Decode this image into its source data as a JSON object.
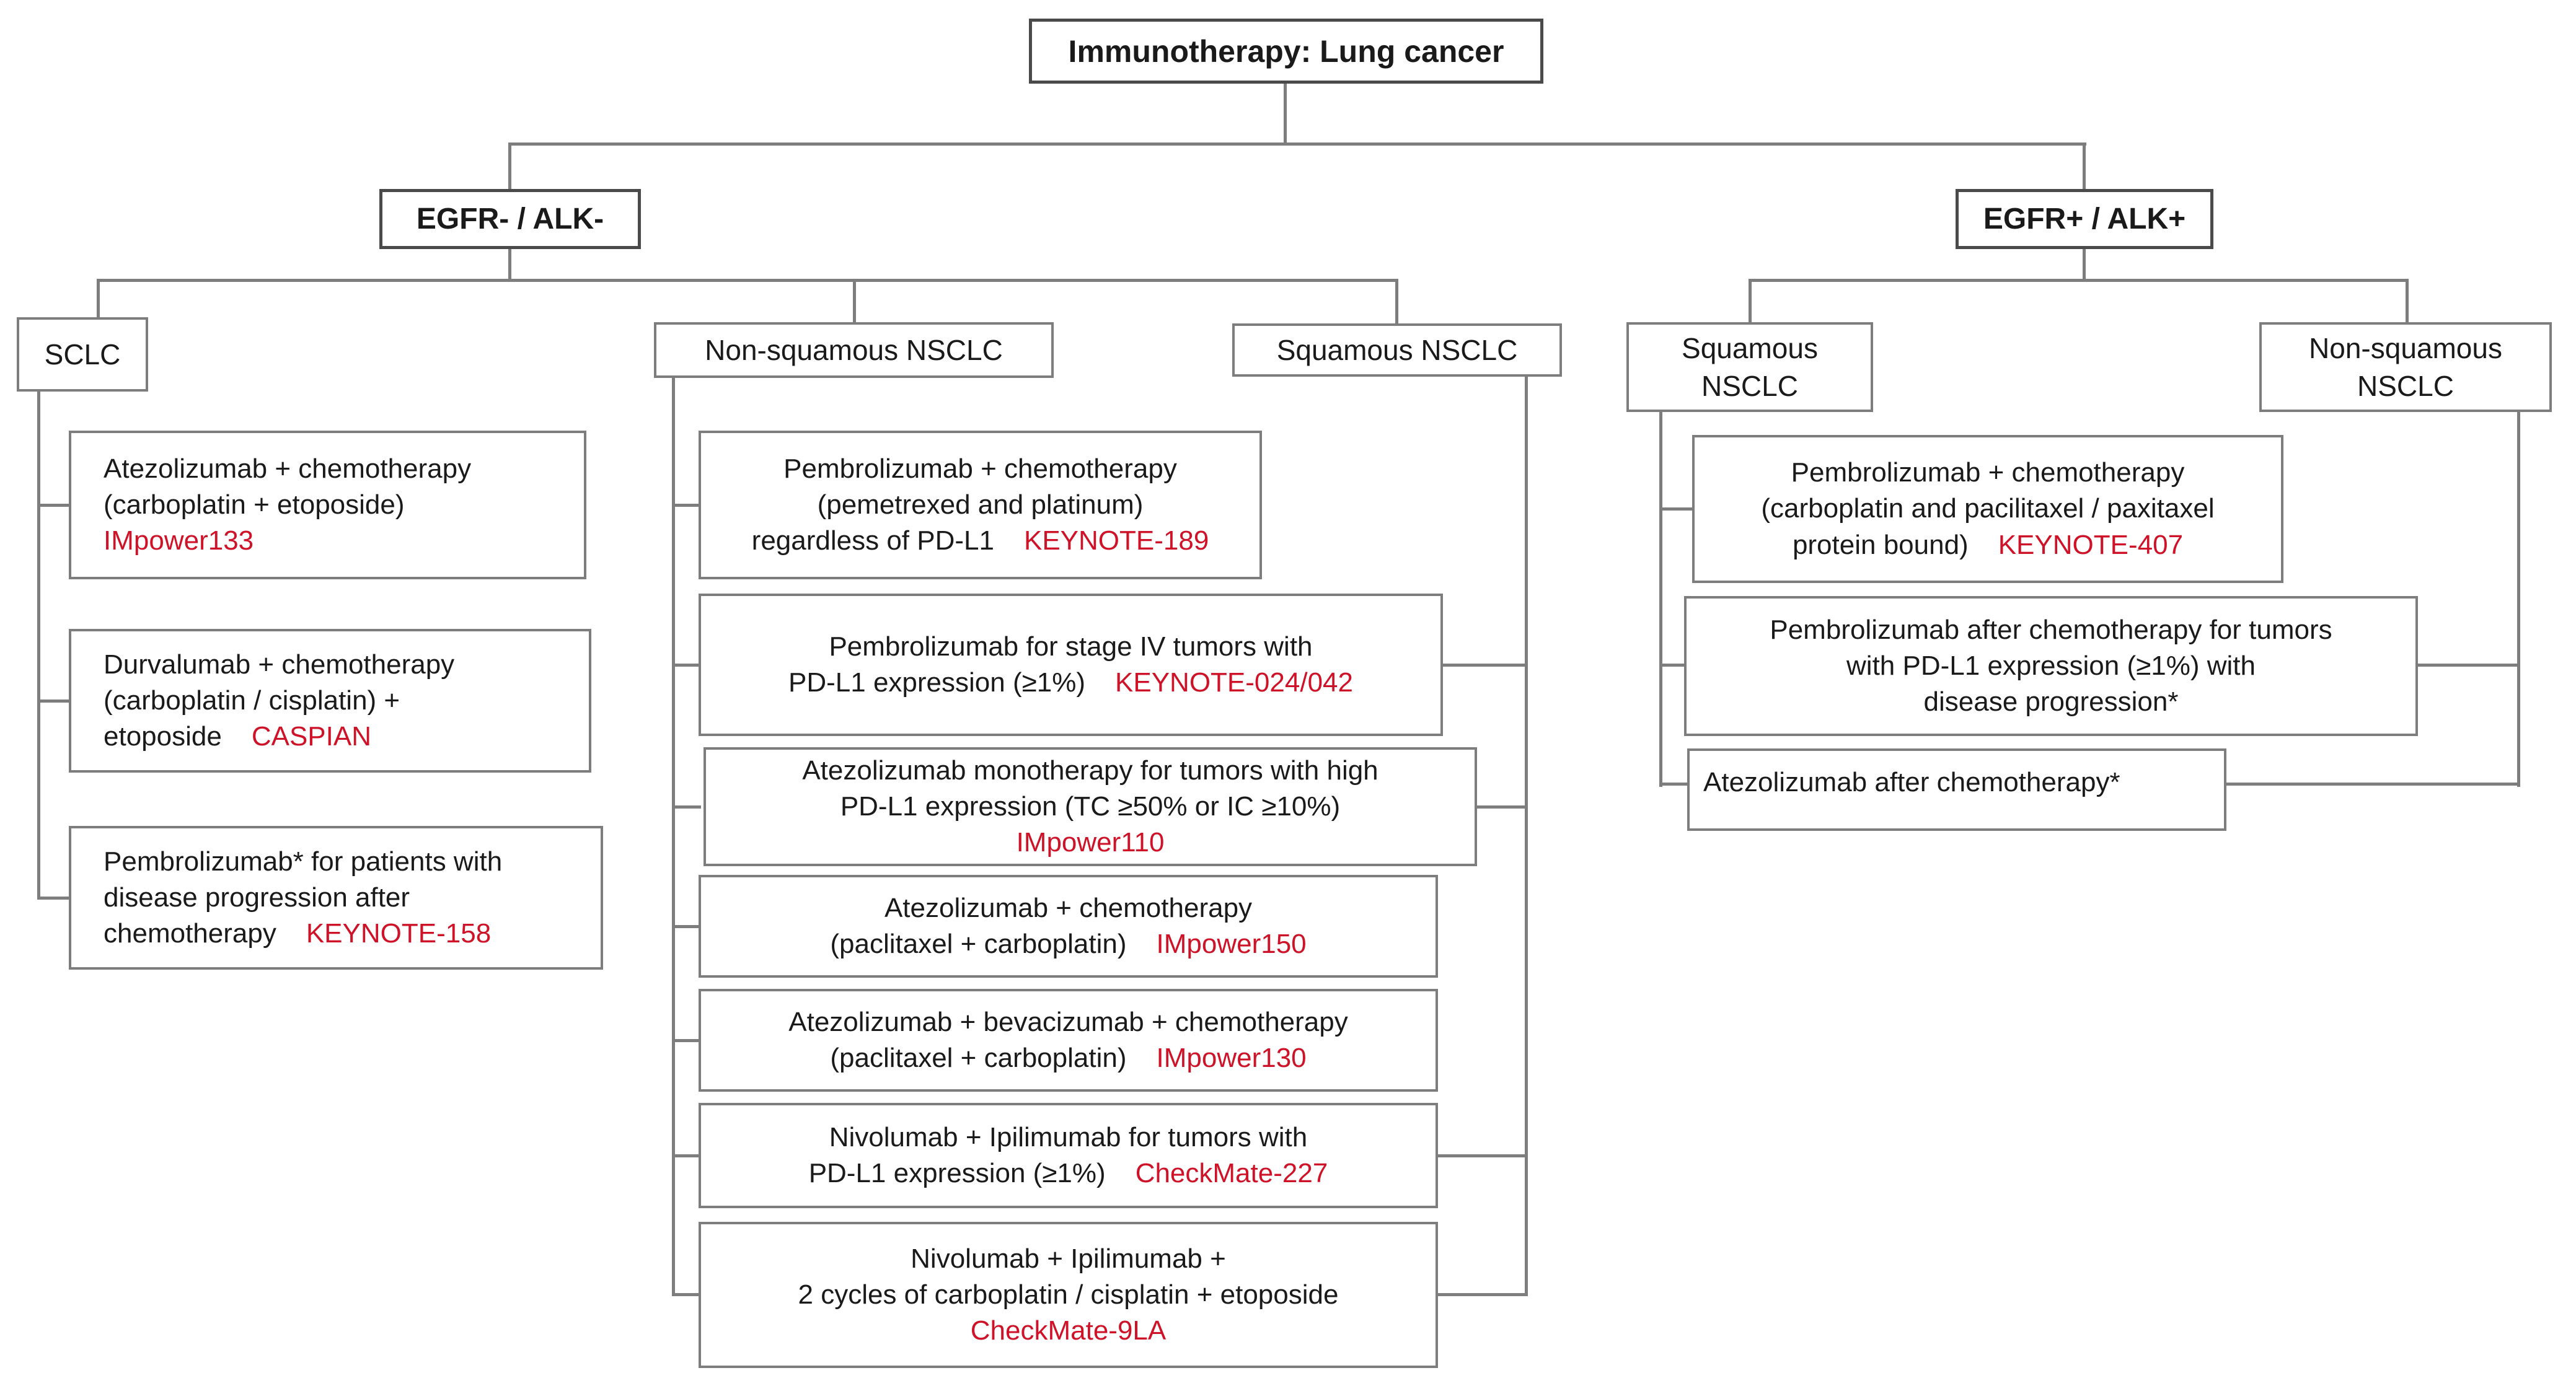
{
  "colors": {
    "trial_red": "#ce1228",
    "connector_gray": "#7d7d7d",
    "border_gray": "#7d7d7d",
    "border_dark": "#4a4a4a"
  },
  "title": "Immunotherapy: Lung cancer",
  "branches": {
    "negative": "EGFR- / ALK-",
    "positive": "EGFR+ / ALK+"
  },
  "headers": {
    "sclc": "SCLC",
    "nonsquamous_mid": "Non-squamous NSCLC",
    "squamous_mid": "Squamous NSCLC",
    "squamous_right": {
      "l1": "Squamous",
      "l2": "NSCLC"
    },
    "nonsquamous_right": {
      "l1": "Non-squamous",
      "l2": "NSCLC"
    }
  },
  "boxes": {
    "sclc1": {
      "l1": "Atezolizumab + chemotherapy",
      "l2": "(carboplatin + etoposide)",
      "trial": "IMpower133"
    },
    "sclc2": {
      "l1": "Durvalumab + chemotherapy",
      "l2": "(carboplatin / cisplatin) +",
      "l3": "etoposide",
      "trial": "CASPIAN"
    },
    "sclc3": {
      "l1": "Pembrolizumab* for patients with",
      "l2": "disease progression after",
      "l3": "chemotherapy",
      "trial": "KEYNOTE-158"
    },
    "m1": {
      "l1": "Pembrolizumab + chemotherapy",
      "l2": "(pemetrexed and platinum)",
      "l3": "regardless of PD-L1",
      "trial": "KEYNOTE-189"
    },
    "m2": {
      "l1": "Pembrolizumab for stage IV tumors with",
      "l2": "PD-L1 expression (≥1%)",
      "trial": "KEYNOTE-024/042"
    },
    "m3": {
      "l1": "Atezolizumab monotherapy for tumors with high",
      "l2": "PD-L1 expression (TC ≥50% or IC ≥10%)",
      "trial": "IMpower110"
    },
    "m4": {
      "l1": "Atezolizumab + chemotherapy",
      "l2": "(paclitaxel + carboplatin)",
      "trial": "IMpower150"
    },
    "m5": {
      "l1": "Atezolizumab + bevacizumab + chemotherapy",
      "l2": "(paclitaxel + carboplatin)",
      "trial": "IMpower130"
    },
    "m6": {
      "l1": "Nivolumab + Ipilimumab for tumors with",
      "l2": "PD-L1 expression (≥1%)",
      "trial": "CheckMate-227"
    },
    "m7": {
      "l1": "Nivolumab + Ipilimumab +",
      "l2": "2 cycles of carboplatin / cisplatin + etoposide",
      "trial": "CheckMate-9LA"
    },
    "r1": {
      "l1": "Pembrolizumab + chemotherapy",
      "l2": "(carboplatin and pacilitaxel / paxitaxel",
      "l3": "protein bound)",
      "trial": "KEYNOTE-407"
    },
    "r2": {
      "l1": "Pembrolizumab after chemotherapy for tumors",
      "l2": "with PD-L1 expression (≥1%) with",
      "l3": "disease progression*"
    },
    "r3": {
      "l1": "Atezolizumab after chemotherapy*"
    }
  }
}
